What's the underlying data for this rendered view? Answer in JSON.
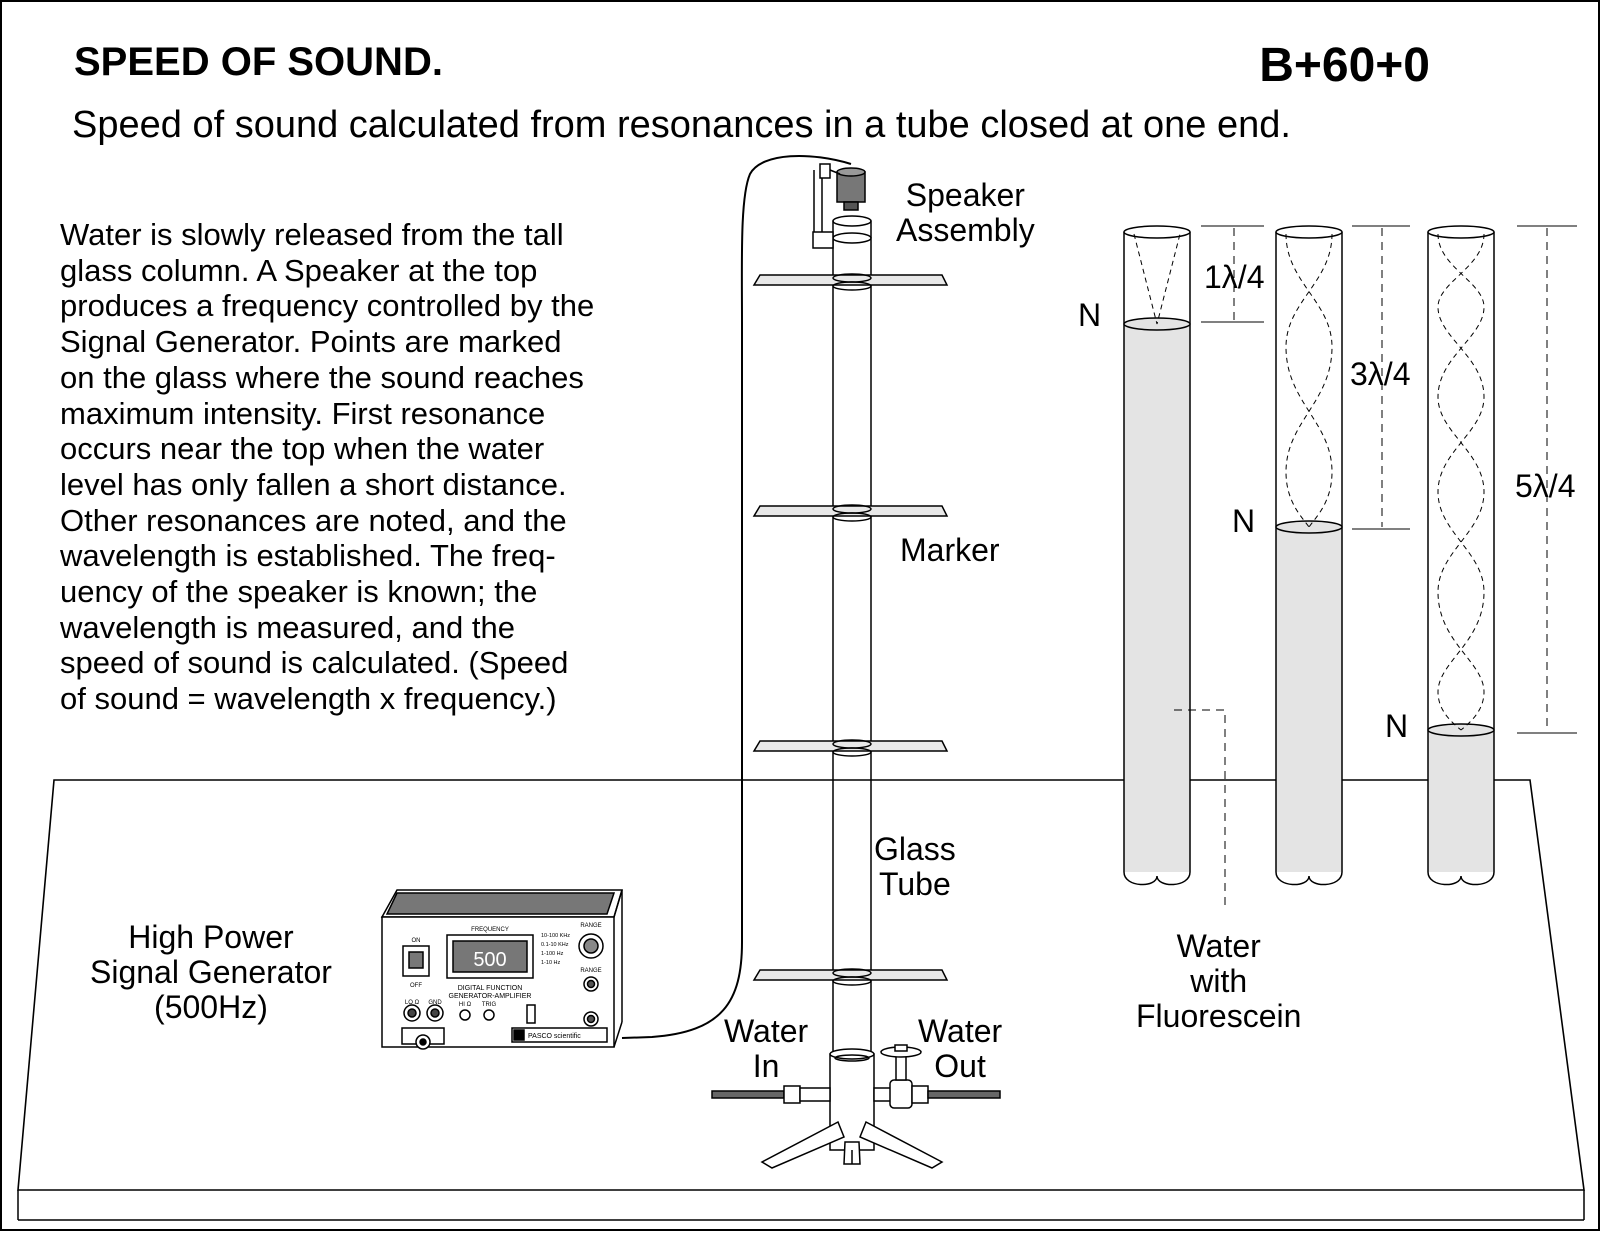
{
  "header": {
    "title": "SPEED OF SOUND.",
    "code": "B+60+0",
    "subtitle": "Speed of sound calculated from resonances in a tube closed at one end."
  },
  "description": [
    "Water is slowly released from the tall",
    "glass column.  A Speaker at the top",
    "produces a frequency controlled by the",
    "Signal Generator.  Points are marked",
    "on the glass where the sound reaches",
    "maximum intensity.  First resonance",
    "occurs near the top when the water",
    "level has only fallen a short distance.",
    "Other resonances are noted, and the",
    "wavelength is established.  The freq-",
    "uency of the speaker is known; the",
    "wavelength is measured, and the",
    "speed of sound is calculated. (Speed",
    "of sound = wavelength x frequency.)"
  ],
  "labels": {
    "speaker_1": "Speaker",
    "speaker_2": "Assembly",
    "marker": "Marker",
    "glass_1": "Glass",
    "glass_2": "Tube",
    "water_in_1": "Water",
    "water_in_2": "In",
    "water_out_1": "Water",
    "water_out_2": "Out",
    "generator_1": "High Power",
    "generator_2": "Signal Generator",
    "generator_3": "(500Hz)",
    "fluor_1": "Water",
    "fluor_2": "with",
    "fluor_3": "Fluorescein",
    "node": "N",
    "quarter_1": "1λ/4",
    "quarter_3": "3λ/4",
    "quarter_5": "5λ/4"
  },
  "generator_panel": {
    "display": "500",
    "frequency": "FREQUENCY",
    "range": "RANGE",
    "on": "ON",
    "off": "OFF",
    "ranges": [
      "10-100 KHz",
      "0.1-10 KHz",
      "1-100 Hz",
      "1-10 Hz"
    ],
    "model_1": "DIGITAL FUNCTION",
    "model_2": "GENERATOR-AMPLIFIER",
    "lo": "LO Ω",
    "gnd": "GND",
    "hi": "HI Ω",
    "trig": "TRIG",
    "brand": "PASCO scientific"
  },
  "colors": {
    "water_fill": "#e4e4e4",
    "line": "#000000"
  }
}
